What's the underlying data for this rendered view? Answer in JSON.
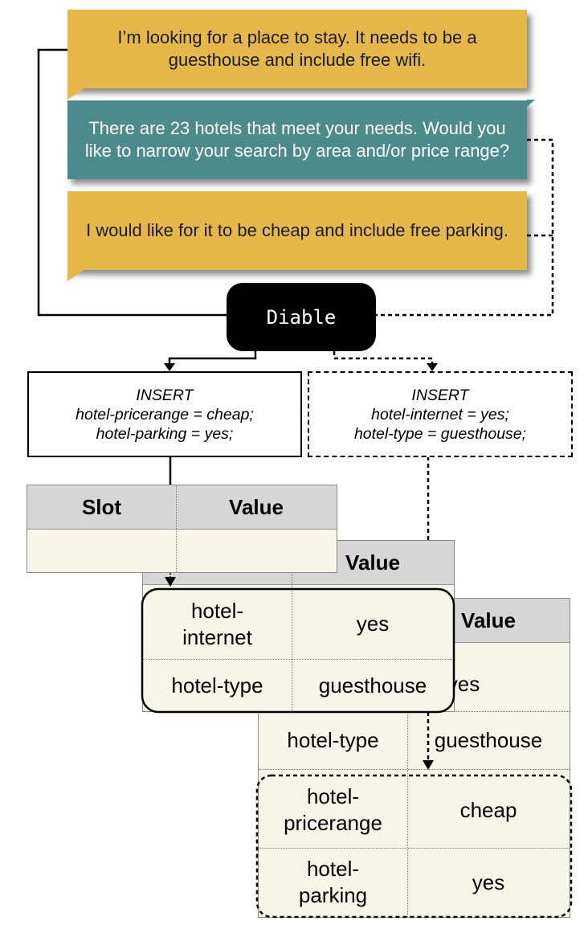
{
  "dialogue": {
    "turn1": "I’m looking for a place to stay. It needs to be a guesthouse and include free wifi.",
    "turn2": "There are 23 hotels that meet your needs. Would you like to narrow your search by area and/or price range?",
    "turn3": "I would like for it to be cheap and include free parking."
  },
  "model": {
    "label": "Diable"
  },
  "ops": {
    "left": {
      "keyword": "INSERT",
      "lines": [
        "hotel-pricerange = cheap;",
        "hotel-parking = yes;"
      ]
    },
    "right": {
      "keyword": "INSERT",
      "lines": [
        "hotel-internet = yes;",
        "hotel-type = guesthouse;"
      ]
    }
  },
  "tables": {
    "t1": {
      "headers": [
        "Slot",
        "Value"
      ]
    },
    "t2": {
      "header_value": "Value",
      "rows": [
        [
          "hotel-\ninternet",
          "yes"
        ],
        [
          "hotel-type",
          "guesthouse"
        ]
      ]
    },
    "t3": {
      "header_value": "Value",
      "rows": [
        [
          "",
          "yes"
        ],
        [
          "hotel-type",
          "guesthouse"
        ],
        [
          "hotel-\npricerange",
          "cheap"
        ],
        [
          "hotel-\nparking",
          "yes"
        ]
      ]
    }
  },
  "colors": {
    "user": "#e6b84a",
    "system": "#4c8b8c",
    "table_bg": "#f7f4e9",
    "header_bg": "#d6d6d6"
  }
}
